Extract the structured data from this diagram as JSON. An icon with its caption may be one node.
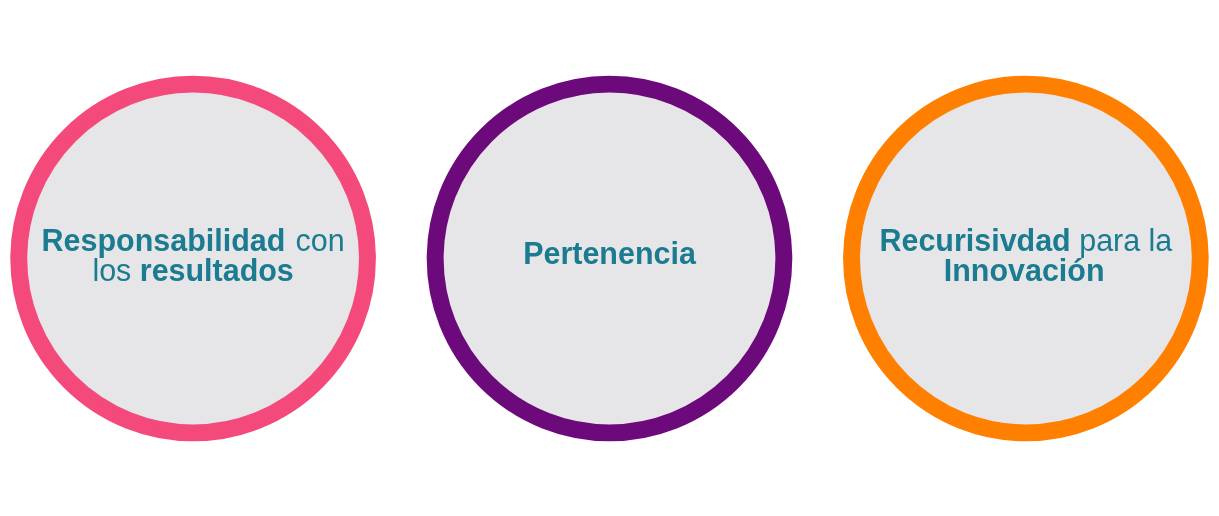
{
  "diagram": {
    "nodes": [
      {
        "text": [
          "**Responsabilidad** con los **resultados**"
        ]
      },
      {
        "text": [
          "**Pertenencia**"
        ]
      },
      {
        "text": [
          "**Recurisivdad** para la **Innovación**"
        ]
      }
    ]
  }
}
